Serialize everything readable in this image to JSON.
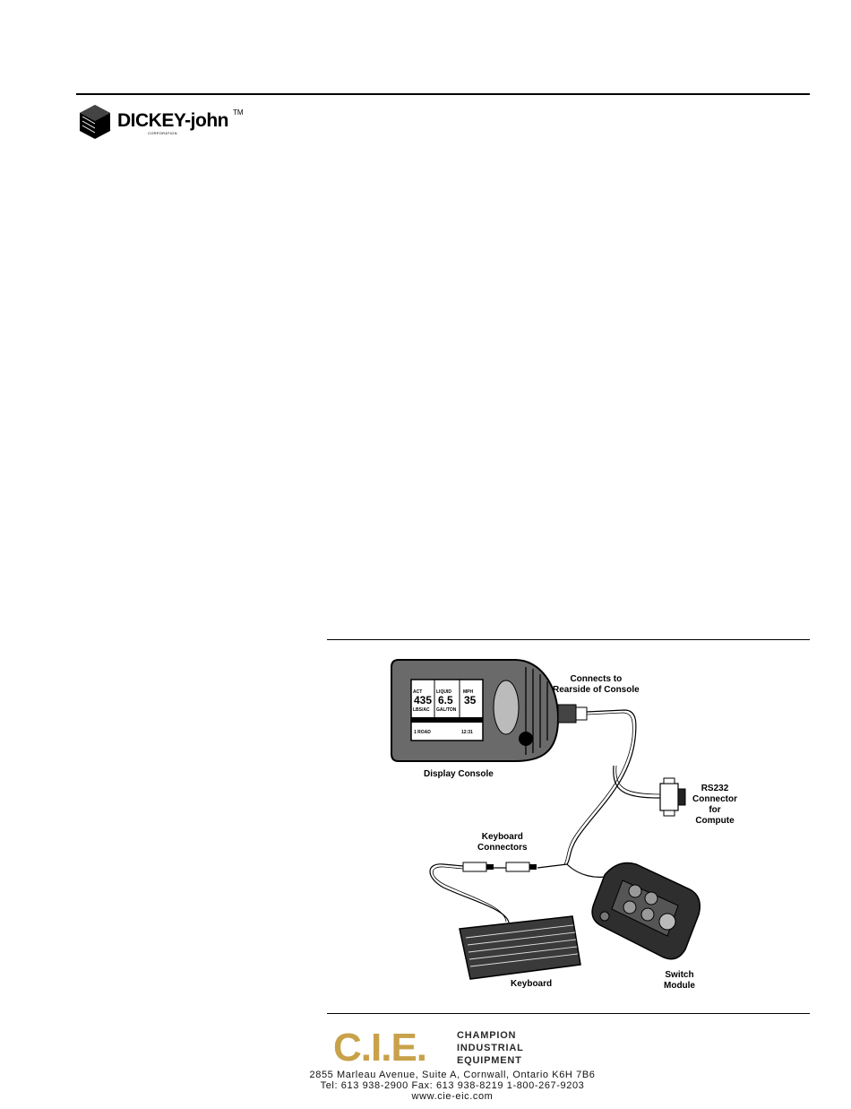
{
  "header": {
    "brand_name": "DICKEY-john",
    "brand_trademark": "TM",
    "brand_sub": "CORPORATION"
  },
  "figure": {
    "labels": {
      "connects": "Connects to\nRearside of Console",
      "display_console": "Display Console",
      "rs232": "RS232\nConnector\nfor\nCompute",
      "keyboard_connectors": "Keyboard\nConnectors",
      "keyboard": "Keyboard",
      "switch_module": "Switch\nModule"
    },
    "screen": {
      "cell1_top": "ACT",
      "cell1_value": "435",
      "cell1_bottom": "LBS/AC",
      "cell2_top": "LIQUID",
      "cell2_value": "6.5",
      "cell2_bottom": "GAL/TON",
      "cell3_top": "MPH",
      "cell3_value": "35",
      "status_left": "1 ROAD",
      "status_right": "12:31"
    }
  },
  "footer": {
    "logo_big": "C.I.E.",
    "logo_line1": "CHAMPION",
    "logo_line2": "INDUSTRIAL",
    "logo_line3": "EQUIPMENT",
    "address": "2855 Marleau Avenue, Suite A, Cornwall, Ontario K6H 7B6",
    "phones": "Tel: 613 938-2900     Fax: 613 938-8219     1-800-267-9203",
    "website": "www.cie-eic.com"
  }
}
